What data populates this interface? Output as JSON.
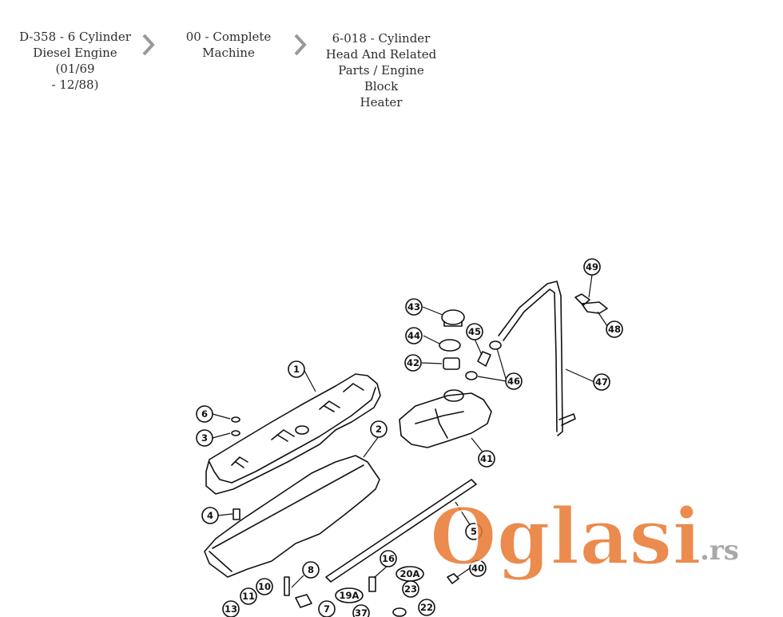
{
  "breadcrumb": [
    {
      "lines": [
        "D-358 - 6 Cylinder",
        "Diesel Engine (01/69",
        "- 12/88)"
      ]
    },
    {
      "lines": [
        "00 - Complete",
        "Machine"
      ]
    },
    {
      "lines": [
        "6-018 - Cylinder",
        "Head And Related",
        "Parts / Engine Block",
        "Heater"
      ]
    }
  ],
  "callouts": [
    "1",
    "2",
    "3",
    "4",
    "5",
    "6",
    "7",
    "8",
    "10",
    "11",
    "13",
    "16",
    "19A",
    "20A",
    "22",
    "23",
    "37",
    "40",
    "41",
    "42",
    "43",
    "44",
    "45",
    "46",
    "47",
    "48",
    "49"
  ],
  "watermark": {
    "brand": "Oglasi",
    "suffix": ".rs",
    "color": "#e8772e"
  },
  "colors": {
    "crumb_text": "#2d2d2d",
    "chevron": "#999999",
    "line": "#111111"
  }
}
